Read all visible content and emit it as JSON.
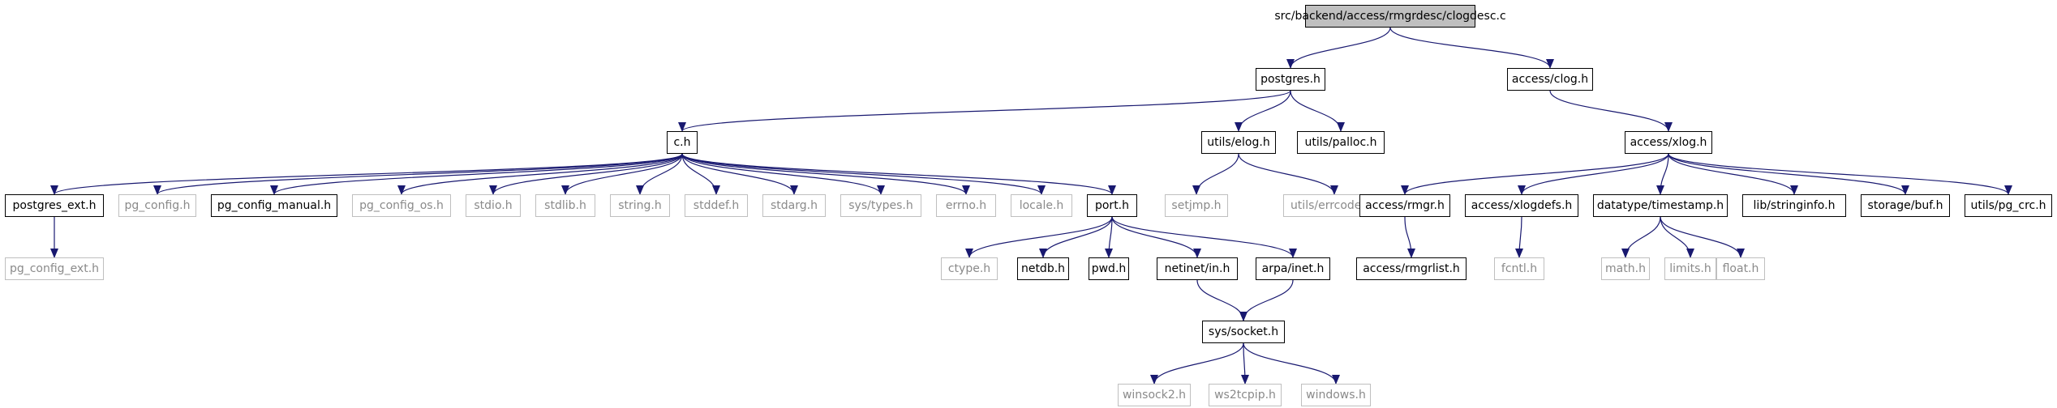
{
  "graph": {
    "edge_color": "#191970",
    "normal_border": "#000000",
    "external_border": "#bfbfbf",
    "root_fill": "#bfbfbf",
    "nodes": [
      {
        "id": "root",
        "label": "src/backend/access/rmgrdesc/clogdesc.c",
        "style": "root"
      },
      {
        "id": "postgres_h",
        "label": "postgres.h",
        "style": "normal"
      },
      {
        "id": "access_clog_h",
        "label": "access/clog.h",
        "style": "normal"
      },
      {
        "id": "c_h",
        "label": "c.h",
        "style": "normal"
      },
      {
        "id": "utils_elog_h",
        "label": "utils/elog.h",
        "style": "normal"
      },
      {
        "id": "utils_palloc_h",
        "label": "utils/palloc.h",
        "style": "normal"
      },
      {
        "id": "access_xlog_h",
        "label": "access/xlog.h",
        "style": "normal"
      },
      {
        "id": "postgres_ext_h",
        "label": "postgres_ext.h",
        "style": "normal"
      },
      {
        "id": "pg_config_h",
        "label": "pg_config.h",
        "style": "external"
      },
      {
        "id": "pg_config_manual_h",
        "label": "pg_config_manual.h",
        "style": "normal"
      },
      {
        "id": "pg_config_os_h",
        "label": "pg_config_os.h",
        "style": "external"
      },
      {
        "id": "stdio_h",
        "label": "stdio.h",
        "style": "external"
      },
      {
        "id": "stdlib_h",
        "label": "stdlib.h",
        "style": "external"
      },
      {
        "id": "string_h",
        "label": "string.h",
        "style": "external"
      },
      {
        "id": "stddef_h",
        "label": "stddef.h",
        "style": "external"
      },
      {
        "id": "stdarg_h",
        "label": "stdarg.h",
        "style": "external"
      },
      {
        "id": "sys_types_h",
        "label": "sys/types.h",
        "style": "external"
      },
      {
        "id": "errno_h",
        "label": "errno.h",
        "style": "external"
      },
      {
        "id": "locale_h",
        "label": "locale.h",
        "style": "external"
      },
      {
        "id": "port_h",
        "label": "port.h",
        "style": "normal"
      },
      {
        "id": "setjmp_h",
        "label": "setjmp.h",
        "style": "external"
      },
      {
        "id": "utils_errcodes_h",
        "label": "utils/errcodes.h",
        "style": "external"
      },
      {
        "id": "access_rmgr_h",
        "label": "access/rmgr.h",
        "style": "normal"
      },
      {
        "id": "access_xlogdefs_h",
        "label": "access/xlogdefs.h",
        "style": "normal"
      },
      {
        "id": "datatype_timestamp_h",
        "label": "datatype/timestamp.h",
        "style": "normal"
      },
      {
        "id": "lib_stringinfo_h",
        "label": "lib/stringinfo.h",
        "style": "normal"
      },
      {
        "id": "storage_buf_h",
        "label": "storage/buf.h",
        "style": "normal"
      },
      {
        "id": "utils_pg_crc_h",
        "label": "utils/pg_crc.h",
        "style": "normal"
      },
      {
        "id": "pg_config_ext_h",
        "label": "pg_config_ext.h",
        "style": "external"
      },
      {
        "id": "ctype_h",
        "label": "ctype.h",
        "style": "external"
      },
      {
        "id": "netdb_h",
        "label": "netdb.h",
        "style": "normal"
      },
      {
        "id": "pwd_h",
        "label": "pwd.h",
        "style": "normal"
      },
      {
        "id": "netinet_in_h",
        "label": "netinet/in.h",
        "style": "normal"
      },
      {
        "id": "arpa_inet_h",
        "label": "arpa/inet.h",
        "style": "normal"
      },
      {
        "id": "access_rmgrlist_h",
        "label": "access/rmgrlist.h",
        "style": "normal"
      },
      {
        "id": "fcntl_h",
        "label": "fcntl.h",
        "style": "external"
      },
      {
        "id": "math_h",
        "label": "math.h",
        "style": "external"
      },
      {
        "id": "limits_h",
        "label": "limits.h",
        "style": "external"
      },
      {
        "id": "float_h",
        "label": "float.h",
        "style": "external"
      },
      {
        "id": "sys_socket_h",
        "label": "sys/socket.h",
        "style": "normal"
      },
      {
        "id": "winsock2_h",
        "label": "winsock2.h",
        "style": "external"
      },
      {
        "id": "ws2tcpip_h",
        "label": "ws2tcpip.h",
        "style": "external"
      },
      {
        "id": "windows_h",
        "label": "windows.h",
        "style": "external"
      }
    ],
    "edges": [
      [
        "root",
        "postgres_h"
      ],
      [
        "root",
        "access_clog_h"
      ],
      [
        "postgres_h",
        "c_h"
      ],
      [
        "postgres_h",
        "utils_elog_h"
      ],
      [
        "postgres_h",
        "utils_palloc_h"
      ],
      [
        "access_clog_h",
        "access_xlog_h"
      ],
      [
        "c_h",
        "postgres_ext_h"
      ],
      [
        "c_h",
        "pg_config_h"
      ],
      [
        "c_h",
        "pg_config_manual_h"
      ],
      [
        "c_h",
        "pg_config_os_h"
      ],
      [
        "c_h",
        "stdio_h"
      ],
      [
        "c_h",
        "stdlib_h"
      ],
      [
        "c_h",
        "string_h"
      ],
      [
        "c_h",
        "stddef_h"
      ],
      [
        "c_h",
        "stdarg_h"
      ],
      [
        "c_h",
        "sys_types_h"
      ],
      [
        "c_h",
        "errno_h"
      ],
      [
        "c_h",
        "locale_h"
      ],
      [
        "c_h",
        "port_h"
      ],
      [
        "utils_elog_h",
        "setjmp_h"
      ],
      [
        "utils_elog_h",
        "utils_errcodes_h"
      ],
      [
        "access_xlog_h",
        "access_rmgr_h"
      ],
      [
        "access_xlog_h",
        "access_xlogdefs_h"
      ],
      [
        "access_xlog_h",
        "datatype_timestamp_h"
      ],
      [
        "access_xlog_h",
        "lib_stringinfo_h"
      ],
      [
        "access_xlog_h",
        "storage_buf_h"
      ],
      [
        "access_xlog_h",
        "utils_pg_crc_h"
      ],
      [
        "postgres_ext_h",
        "pg_config_ext_h"
      ],
      [
        "port_h",
        "ctype_h"
      ],
      [
        "port_h",
        "netdb_h"
      ],
      [
        "port_h",
        "pwd_h"
      ],
      [
        "port_h",
        "netinet_in_h"
      ],
      [
        "port_h",
        "arpa_inet_h"
      ],
      [
        "access_rmgr_h",
        "access_rmgrlist_h"
      ],
      [
        "access_xlogdefs_h",
        "fcntl_h"
      ],
      [
        "datatype_timestamp_h",
        "math_h"
      ],
      [
        "datatype_timestamp_h",
        "limits_h"
      ],
      [
        "datatype_timestamp_h",
        "float_h"
      ],
      [
        "netinet_in_h",
        "sys_socket_h"
      ],
      [
        "arpa_inet_h",
        "sys_socket_h"
      ],
      [
        "sys_socket_h",
        "winsock2_h"
      ],
      [
        "sys_socket_h",
        "ws2tcpip_h"
      ],
      [
        "sys_socket_h",
        "windows_h"
      ]
    ]
  }
}
